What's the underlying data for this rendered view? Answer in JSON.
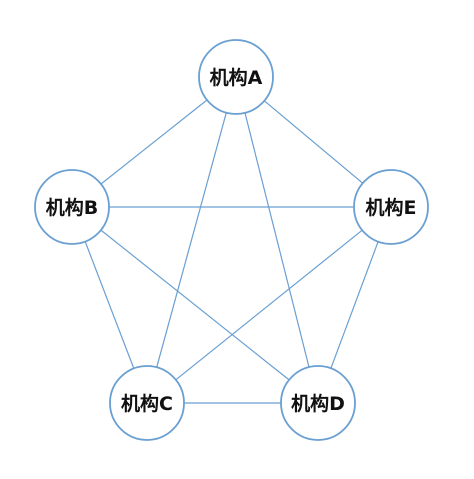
{
  "nodes": [
    {
      "id": "A",
      "label": "机构A"
    },
    {
      "id": "B",
      "label": "机构B"
    },
    {
      "id": "C",
      "label": "机构C"
    },
    {
      "id": "D",
      "label": "机构D"
    },
    {
      "id": "E",
      "label": "机构E"
    }
  ],
  "edges": [
    [
      "A",
      "B"
    ],
    [
      "A",
      "E"
    ],
    [
      "A",
      "C"
    ],
    [
      "A",
      "D"
    ],
    [
      "B",
      "E"
    ],
    [
      "B",
      "C"
    ],
    [
      "B",
      "D"
    ],
    [
      "C",
      "D"
    ],
    [
      "C",
      "E"
    ],
    [
      "D",
      "E"
    ]
  ],
  "colors": {
    "line": "#6a9fd2",
    "text": "#111111",
    "fill": "#ffffff"
  }
}
